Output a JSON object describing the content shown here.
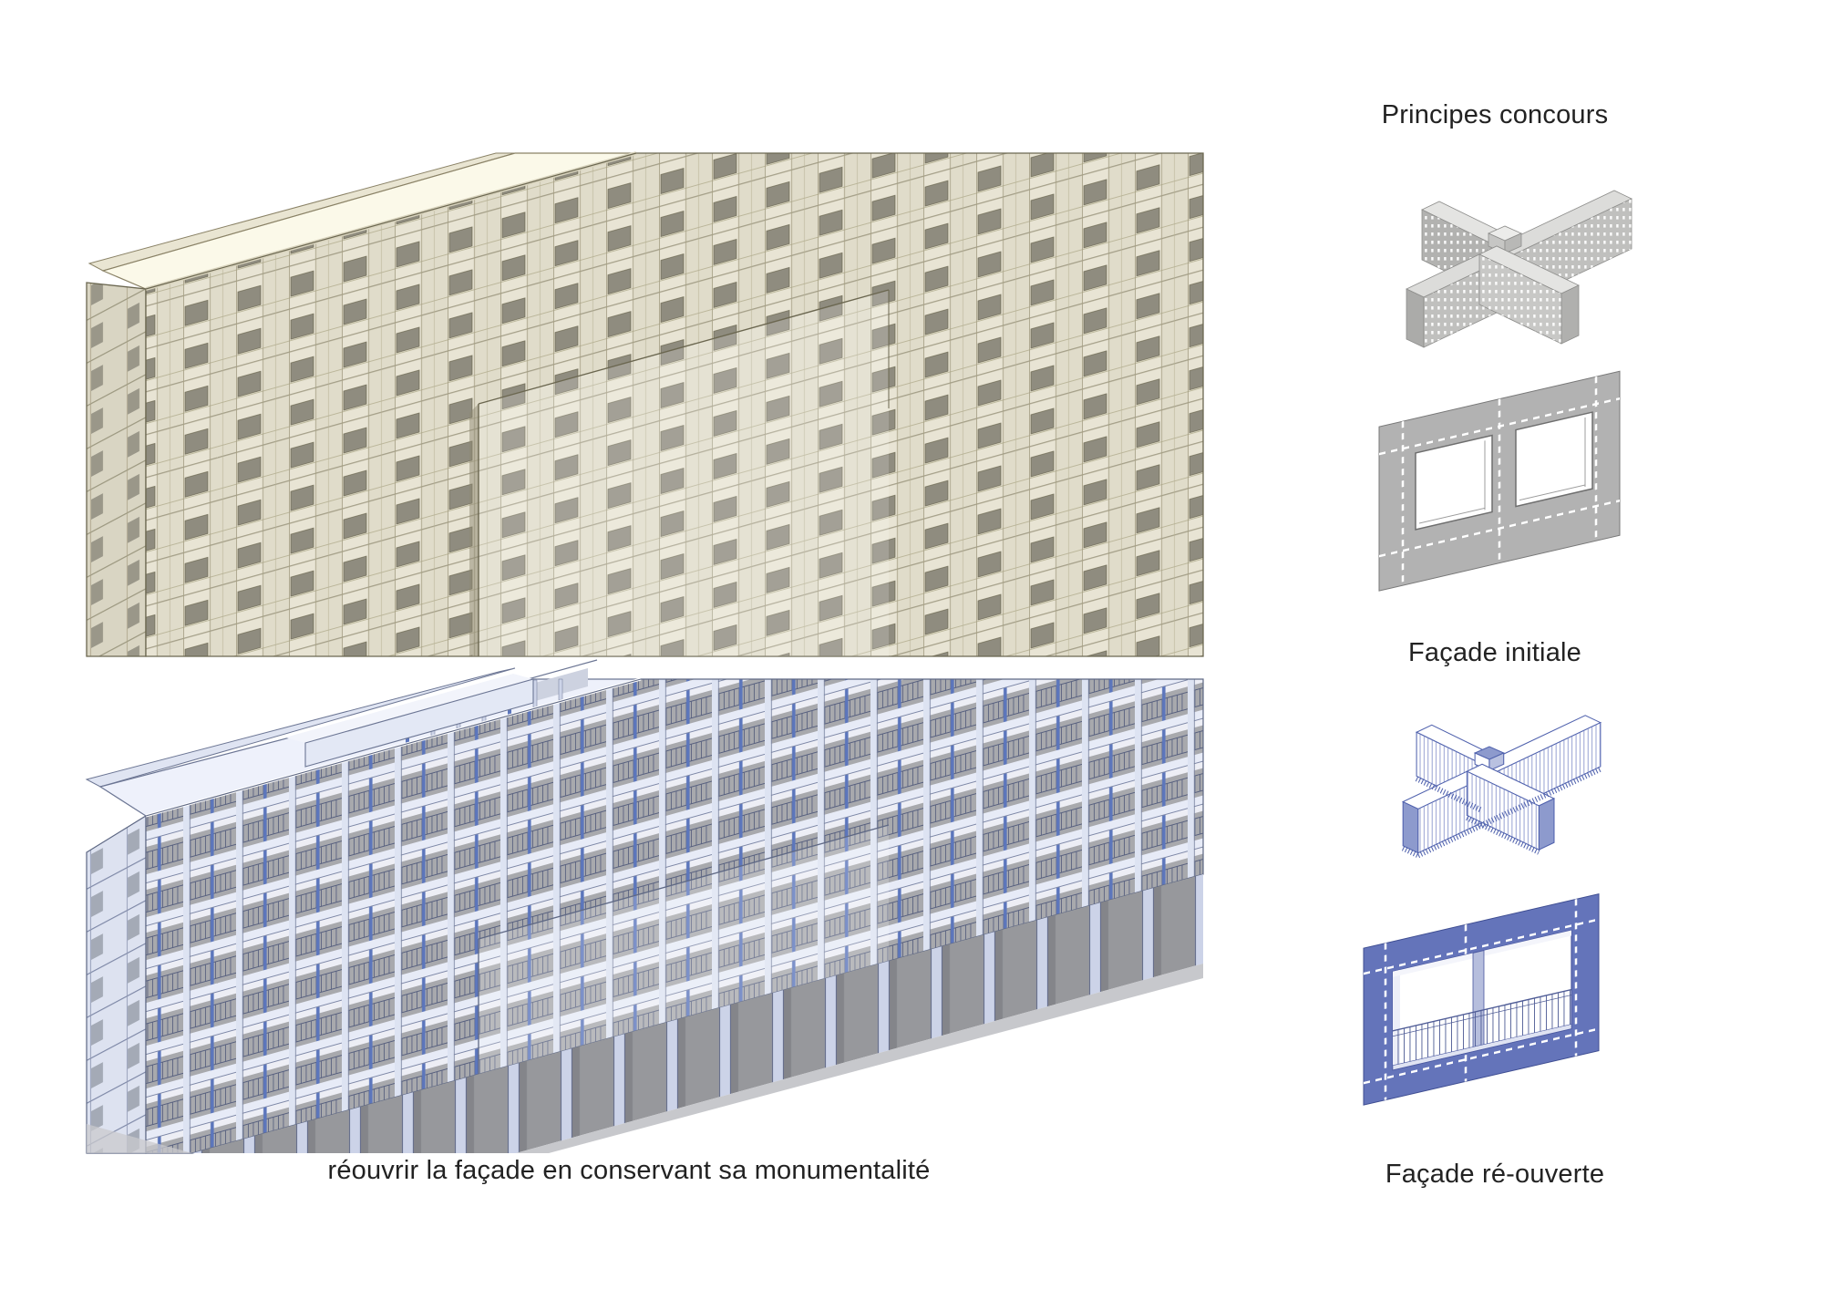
{
  "page": {
    "background_color": "#ffffff"
  },
  "main": {
    "caption": "réouvrir la façade en conservant sa monumentalité",
    "illustrations": {
      "top": "beige-existing-facade-axonometric",
      "bottom": "reopened-facade-axonometric"
    }
  },
  "sidebar": {
    "title": "Principes concours",
    "label_facade_initiale": "Façade initiale",
    "label_facade_reouverte": "Façade ré-ouverte",
    "diagrams": [
      "gray-massing-axonometric-icon",
      "gray-facade-panel-icon",
      "blue-massing-axonometric-icon",
      "blue-facade-panel-icon"
    ]
  },
  "colors": {
    "beige_panel": "#e8e4d4",
    "beige_window": "#8f8c7f",
    "beige_roof": "#fbf9e9",
    "beige_outline": "#6b6750",
    "blue_structure": "#e7ebf7",
    "blue_opening_shadow": "#a8a9ad",
    "blue_accent": "#5c76bc",
    "diagram_gray": "#b2b2b2",
    "diagram_blue": "#6474ba",
    "text": "#222222"
  }
}
